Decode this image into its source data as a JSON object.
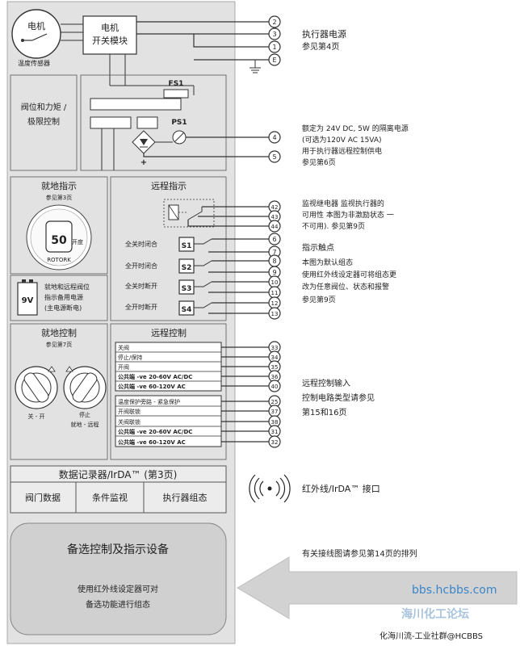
{
  "panel": {
    "motor": "电机",
    "motor_switch_line1": "电机",
    "motor_switch_line2": "开关模块",
    "temp_sensor": "温度传感器",
    "valve_torque_line1": "阀位和力矩 /",
    "valve_torque_line2": "极限控制",
    "fs1": "FS1",
    "ps1": "PS1",
    "plus": "+",
    "local_indication": "就地指示",
    "local_indication_ref": "参见第3页",
    "display_value": "50",
    "display_unit": "开度",
    "display_brand": "ROTORK",
    "remote_indication": "远程指示",
    "battery_label": "9V",
    "battery_text_line1": "就地和远程阀位",
    "battery_text_line2": "指示备用电源",
    "battery_text_line3": "(主电源断电)",
    "switches": [
      {
        "label": "全关时闭合",
        "id": "S1"
      },
      {
        "label": "全开时闭合",
        "id": "S2"
      },
      {
        "label": "全关时断开",
        "id": "S3"
      },
      {
        "label": "全开时断开",
        "id": "S4"
      }
    ],
    "local_control": "就地控制",
    "local_control_ref": "参见第7页",
    "knob_left_label": "关 - 开",
    "knob_right_label_line1": "停止",
    "knob_right_label_line2": "就地 - 远程",
    "remote_control": "远程控制",
    "remote_rows_a": [
      "关阀",
      "停止/保持",
      "开阀",
      "公共端 -ve 20-60V AC/DC",
      "公共端 -ve 60-120V AC"
    ],
    "remote_rows_b": [
      "温度保护旁路 - 紧急保护",
      "开阀联锁",
      "关阀联锁",
      "公共端 -ve 20-60V AC/DC",
      "公共端 -ve 60-120V AC"
    ],
    "datalogger_title": "数据记录器/IrDA™ (第3页)",
    "datalogger_cells": [
      "阀门数据",
      "条件监视",
      "执行器组态"
    ],
    "options_title": "备选控制及指示设备",
    "options_line1": "使用红外线设定器可对",
    "options_line2": "备选功能进行组态"
  },
  "terminals": {
    "power": [
      "2",
      "3",
      "1",
      "E"
    ],
    "supply": [
      "4",
      "5"
    ],
    "relay": [
      "42",
      "43",
      "44"
    ],
    "contacts": [
      "6",
      "7",
      "8",
      "9",
      "10",
      "11",
      "12",
      "13"
    ],
    "control_a": [
      "33",
      "34",
      "35",
      "36",
      "40"
    ],
    "control_b": [
      "25",
      "37",
      "38",
      "31",
      "32"
    ]
  },
  "notes": {
    "power_line1": "执行器电源",
    "power_line2": "参见第4页",
    "supply_line1": "额定为 24V DC, 5W 的隔离电源",
    "supply_line2": "(可选为120V AC 15VA)",
    "supply_line3": "用于执行器远程控制供电",
    "supply_line4": "参见第6页",
    "relay_line1": "监视继电器  监视执行器的",
    "relay_line2": "可用性  本图为非激励状态  一",
    "relay_line3": "不可用). 参见第9页",
    "contact_line1": "指示触点",
    "contact_line2": "本图为默认组态",
    "contact_line3": "使用红外线设定器可将组态更",
    "contact_line4": "改为任意阀位、状态和报警",
    "contact_line5": "参见第9页",
    "control_line1": "远程控制输入",
    "control_line2": "控制电路类型请参见",
    "control_line3": "第15和16页",
    "irda": "红外线/IrDA™ 接口",
    "wiring": "有关接线图请参见第14页的排列"
  },
  "watermark": {
    "url": "bbs.hcbbs.com",
    "faint": "海川化工论坛",
    "credit": "化海川流-工业社群@HCBBS"
  }
}
